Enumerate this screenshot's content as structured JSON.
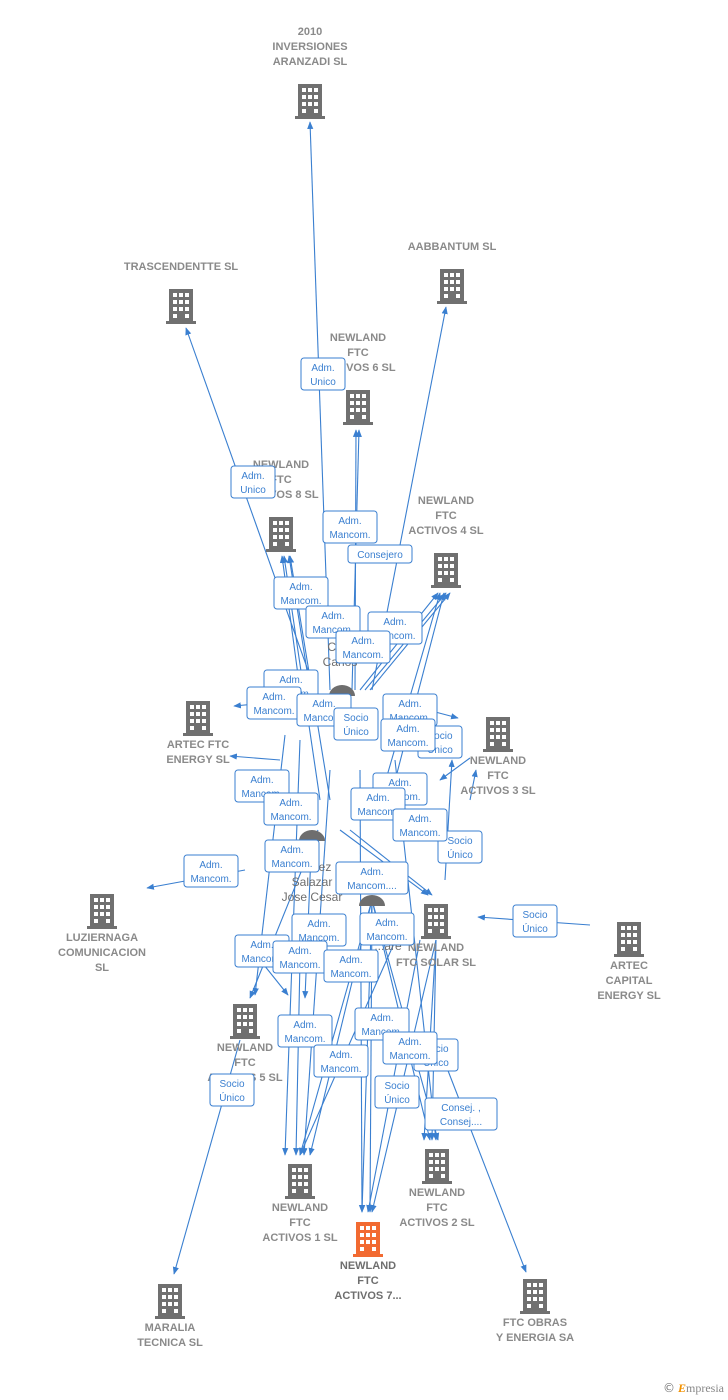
{
  "colors": {
    "edge": "#3a7fd0",
    "building": "#707070",
    "highlight": "#f26a31"
  },
  "companies": [
    {
      "id": "inv2010",
      "lines": [
        "2010",
        "INVERSIONES",
        "ARANZADI SL"
      ]
    },
    {
      "id": "trasc",
      "lines": [
        "TRASCENDENTTE SL"
      ]
    },
    {
      "id": "aabb",
      "lines": [
        "AABBANTUM SL"
      ]
    },
    {
      "id": "nf6",
      "lines": [
        "NEWLAND",
        "FTC",
        "ACTIVOS 6  SL"
      ]
    },
    {
      "id": "nf8",
      "lines": [
        "NEWLAND",
        "FTC",
        "ACTIVOS 8  SL"
      ]
    },
    {
      "id": "nf4",
      "lines": [
        "NEWLAND",
        "FTC",
        "ACTIVOS 4  SL"
      ]
    },
    {
      "id": "artec",
      "lines": [
        "ARTEC FTC",
        "ENERGY  SL"
      ]
    },
    {
      "id": "nf3",
      "lines": [
        "NEWLAND",
        "FTC",
        "ACTIVOS 3  SL"
      ]
    },
    {
      "id": "luz",
      "lines": [
        "LUZIERNAGA",
        "COMUNICACION",
        "SL"
      ]
    },
    {
      "id": "solar",
      "lines": [
        "NEWLAND",
        "FTC SOLAR  SL"
      ]
    },
    {
      "id": "artcap",
      "lines": [
        "ARTEC",
        "CAPITAL",
        "ENERGY  SL"
      ]
    },
    {
      "id": "nf5",
      "lines": [
        "NEWLAND",
        "FTC",
        "ACTIVOS 5  SL"
      ]
    },
    {
      "id": "nf1",
      "lines": [
        "NEWLAND",
        "FTC",
        "ACTIVOS 1  SL"
      ]
    },
    {
      "id": "nf2",
      "lines": [
        "NEWLAND",
        "FTC",
        "ACTIVOS 2  SL"
      ]
    },
    {
      "id": "nf7",
      "lines": [
        "NEWLAND",
        "FTC",
        "ACTIVOS 7..."
      ],
      "highlight": true
    },
    {
      "id": "maralia",
      "lines": [
        "MARALIA",
        "TECNICA SL"
      ]
    },
    {
      "id": "ftcobras",
      "lines": [
        "FTC OBRAS",
        "Y ENERGIA SA"
      ]
    }
  ],
  "persons": [
    {
      "id": "carlos",
      "lines": [
        "Ca...",
        "Carlos"
      ]
    },
    {
      "id": "jose",
      "lines": [
        "...tevez",
        "Salazar",
        "Jose Cesar"
      ]
    },
    {
      "id": "p3",
      "lines": [
        "...are"
      ]
    }
  ],
  "edge_labels": [
    [
      "Adm.",
      "Unico"
    ],
    [
      "Adm.",
      "Unico"
    ],
    [
      "Adm.",
      "Mancom."
    ],
    [
      "Consejero"
    ],
    [
      "Adm.",
      "Mancom."
    ],
    [
      "Adm.",
      "Mancom."
    ],
    [
      "Adm.",
      "Mancom."
    ],
    [
      "Adm.",
      "Mancom."
    ],
    [
      "Adm.",
      "Mancom."
    ],
    [
      "Adm.",
      "Mancom."
    ],
    [
      "Adm.",
      "Mancom."
    ],
    [
      "Socio",
      "Único"
    ],
    [
      "Adm.",
      "Mancom."
    ],
    [
      "Socio",
      "Único"
    ],
    [
      "Adm.",
      "Mancom."
    ],
    [
      "Adm.",
      "Mancom."
    ],
    [
      "Adm.",
      "Mancom."
    ],
    [
      "Adm.",
      "Mancom."
    ],
    [
      "Adm.",
      "Mancom."
    ],
    [
      "Socio",
      "Único"
    ],
    [
      "Adm.",
      "Mancom."
    ],
    [
      "Adm.",
      "Mancom."
    ],
    [
      "Adm.",
      "Mancom...."
    ],
    [
      "Socio",
      "Único"
    ],
    [
      "Adm.",
      "Mancom."
    ],
    [
      "Adm.",
      "Mancom."
    ],
    [
      "Adm.",
      "Mancom."
    ],
    [
      "Adm.",
      "Mancom."
    ],
    [
      "Adm.",
      "Mancom."
    ],
    [
      "Adm.",
      "Mancom."
    ],
    [
      "Adm.",
      "Mancom."
    ],
    [
      "Socio",
      "Único"
    ],
    [
      "Socio",
      "Único"
    ],
    [
      "Adm.",
      "Mancom."
    ],
    [
      "Adm.",
      "Mancom."
    ],
    [
      "Adm.",
      "Mancom."
    ],
    [
      "Socio",
      "Único"
    ],
    [
      "Consej. ,",
      "Consej...."
    ]
  ],
  "logo": {
    "copyright": "©",
    "brand_first": "E",
    "brand_rest": "mpresia"
  }
}
